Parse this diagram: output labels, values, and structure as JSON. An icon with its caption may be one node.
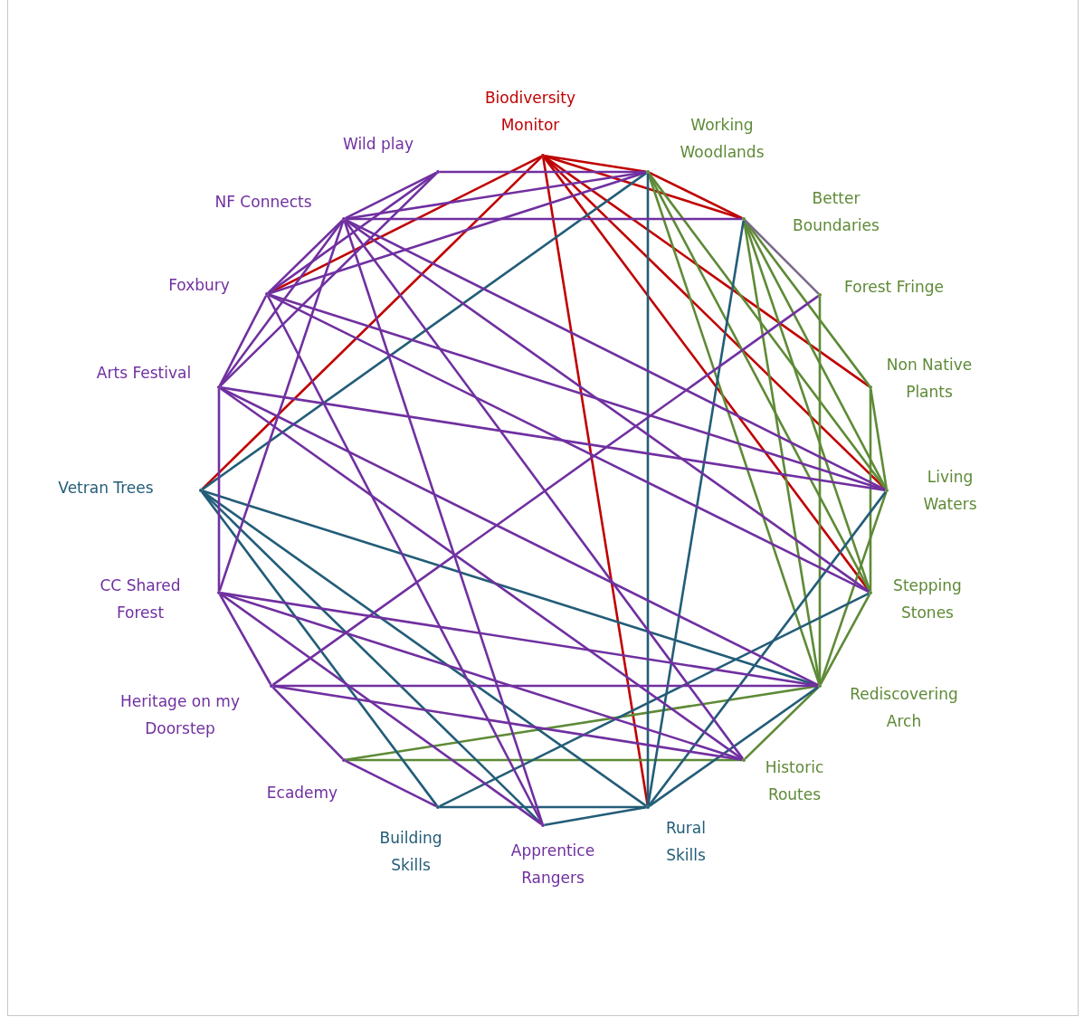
{
  "diagram": {
    "nodes": [
      {
        "text": [],
        "shape": "circle",
        "beside": [
          "Biodiversity Monitor"
        ]
      },
      {
        "text": [],
        "shape": "circle",
        "beside": [
          "Working Woodlands"
        ]
      },
      {
        "text": [],
        "shape": "circle",
        "beside": [
          "Better Boundaries"
        ]
      },
      {
        "text": [],
        "shape": "circle",
        "beside": [
          "Forest Fringe"
        ]
      },
      {
        "text": [],
        "shape": "circle",
        "beside": [
          "Non Native Plants"
        ]
      },
      {
        "text": [],
        "shape": "circle",
        "beside": [
          "Living Waters"
        ]
      },
      {
        "text": [],
        "shape": "circle",
        "beside": [
          "Stepping Stones"
        ]
      },
      {
        "text": [],
        "shape": "circle",
        "beside": [
          "Rediscovering Arch"
        ]
      },
      {
        "text": [],
        "shape": "circle",
        "beside": [
          "Historic Routes"
        ]
      },
      {
        "text": [],
        "shape": "circle",
        "beside": [
          "Rural Skills"
        ]
      },
      {
        "text": [],
        "shape": "circle",
        "beside": [
          "Apprentice Rangers"
        ]
      },
      {
        "text": [],
        "shape": "circle",
        "beside": [
          "Building Skills"
        ]
      },
      {
        "text": [],
        "shape": "circle",
        "beside": [
          "Ecademy"
        ]
      },
      {
        "text": [],
        "shape": "circle",
        "beside": [
          "Heritage on my Doorstep"
        ]
      },
      {
        "text": [],
        "shape": "circle",
        "beside": [
          "CC Shared Forest"
        ]
      },
      {
        "text": [],
        "shape": "circle",
        "beside": [
          "Vetran Trees"
        ]
      },
      {
        "text": [],
        "shape": "circle",
        "beside": [
          "Arts Festival"
        ]
      },
      {
        "text": [],
        "shape": "circle",
        "beside": [
          "Foxbury"
        ]
      },
      {
        "text": [],
        "shape": "circle",
        "beside": [
          "NF Connects"
        ]
      },
      {
        "text": [],
        "shape": "circle",
        "beside": [
          "Wild play"
        ]
      }
    ],
    "edges": [
      {
        "from": 0,
        "to": 1,
        "arrow": "none",
        "color": "#c00000"
      },
      {
        "from": 0,
        "to": 2,
        "arrow": "none",
        "color": "#c00000"
      },
      {
        "from": 1,
        "to": 2,
        "arrow": "none",
        "color": "#c00000"
      },
      {
        "from": 0,
        "to": 4,
        "arrow": "none",
        "color": "#c00000"
      },
      {
        "from": 0,
        "to": 5,
        "arrow": "none",
        "color": "#c00000"
      },
      {
        "from": 0,
        "to": 6,
        "arrow": "none",
        "color": "#c00000"
      },
      {
        "from": 0,
        "to": 9,
        "arrow": "none",
        "color": "#c00000"
      },
      {
        "from": 0,
        "to": 17,
        "arrow": "none",
        "color": "#c00000"
      },
      {
        "from": 0,
        "to": 15,
        "arrow": "none",
        "color": "#c00000"
      },
      {
        "from": 1,
        "to": 5,
        "arrow": "none",
        "color": "#5e8a36"
      },
      {
        "from": 1,
        "to": 6,
        "arrow": "none",
        "color": "#5e8a36"
      },
      {
        "from": 1,
        "to": 7,
        "arrow": "none",
        "color": "#5e8a36"
      },
      {
        "from": 2,
        "to": 4,
        "arrow": "none",
        "color": "#5e8a36"
      },
      {
        "from": 2,
        "to": 5,
        "arrow": "none",
        "color": "#5e8a36"
      },
      {
        "from": 2,
        "to": 6,
        "arrow": "none",
        "color": "#5e8a36"
      },
      {
        "from": 2,
        "to": 7,
        "arrow": "none",
        "color": "#5e8a36"
      },
      {
        "from": 2,
        "to": 3,
        "arrow": "none",
        "color": "#7a6a8a"
      },
      {
        "from": 3,
        "to": 7,
        "arrow": "none",
        "color": "#5e8a36"
      },
      {
        "from": 4,
        "to": 5,
        "arrow": "none",
        "color": "#5e8a36"
      },
      {
        "from": 4,
        "to": 6,
        "arrow": "none",
        "color": "#5e8a36"
      },
      {
        "from": 5,
        "to": 7,
        "arrow": "none",
        "color": "#5e8a36"
      },
      {
        "from": 6,
        "to": 7,
        "arrow": "none",
        "color": "#5e8a36"
      },
      {
        "from": 7,
        "to": 8,
        "arrow": "none",
        "color": "#5e8a36"
      },
      {
        "from": 12,
        "to": 8,
        "arrow": "none",
        "color": "#5e8a36"
      },
      {
        "from": 12,
        "to": 7,
        "arrow": "none",
        "color": "#5e8a36"
      },
      {
        "from": 1,
        "to": 9,
        "arrow": "none",
        "color": "#235d78"
      },
      {
        "from": 1,
        "to": 15,
        "arrow": "none",
        "color": "#235d78"
      },
      {
        "from": 2,
        "to": 9,
        "arrow": "none",
        "color": "#235d78"
      },
      {
        "from": 15,
        "to": 7,
        "arrow": "none",
        "color": "#235d78"
      },
      {
        "from": 15,
        "to": 11,
        "arrow": "none",
        "color": "#235d78"
      },
      {
        "from": 15,
        "to": 10,
        "arrow": "none",
        "color": "#235d78"
      },
      {
        "from": 15,
        "to": 9,
        "arrow": "none",
        "color": "#235d78"
      },
      {
        "from": 11,
        "to": 9,
        "arrow": "none",
        "color": "#235d78"
      },
      {
        "from": 10,
        "to": 9,
        "arrow": "none",
        "color": "#235d78"
      },
      {
        "from": 9,
        "to": 5,
        "arrow": "none",
        "color": "#235d78"
      },
      {
        "from": 9,
        "to": 7,
        "arrow": "none",
        "color": "#235d78"
      },
      {
        "from": 11,
        "to": 6,
        "arrow": "none",
        "color": "#235d78"
      },
      {
        "from": 19,
        "to": 18,
        "arrow": "none"
      },
      {
        "from": 18,
        "to": 17,
        "arrow": "none"
      },
      {
        "from": 17,
        "to": 16,
        "arrow": "none"
      },
      {
        "from": 16,
        "to": 14,
        "arrow": "none"
      },
      {
        "from": 14,
        "to": 13,
        "arrow": "none"
      },
      {
        "from": 13,
        "to": 12,
        "arrow": "none"
      },
      {
        "from": 12,
        "to": 11,
        "arrow": "none"
      },
      {
        "from": 19,
        "to": 1,
        "arrow": "none"
      },
      {
        "from": 18,
        "to": 2,
        "arrow": "none"
      },
      {
        "from": 18,
        "to": 1,
        "arrow": "none"
      },
      {
        "from": 17,
        "to": 1,
        "arrow": "none"
      },
      {
        "from": 19,
        "to": 17,
        "arrow": "none"
      },
      {
        "from": 19,
        "to": 16,
        "arrow": "none"
      },
      {
        "from": 18,
        "to": 16,
        "arrow": "none"
      },
      {
        "from": 18,
        "to": 14,
        "arrow": "none"
      },
      {
        "from": 18,
        "to": 10,
        "arrow": "none"
      },
      {
        "from": 18,
        "to": 8,
        "arrow": "none"
      },
      {
        "from": 18,
        "to": 6,
        "arrow": "none"
      },
      {
        "from": 18,
        "to": 5,
        "arrow": "none"
      },
      {
        "from": 17,
        "to": 5,
        "arrow": "none"
      },
      {
        "from": 17,
        "to": 6,
        "arrow": "none"
      },
      {
        "from": 17,
        "to": 10,
        "arrow": "none"
      },
      {
        "from": 16,
        "to": 5,
        "arrow": "none"
      },
      {
        "from": 16,
        "to": 8,
        "arrow": "none"
      },
      {
        "from": 16,
        "to": 7,
        "arrow": "none"
      },
      {
        "from": 14,
        "to": 7,
        "arrow": "none"
      },
      {
        "from": 14,
        "to": 8,
        "arrow": "none"
      },
      {
        "from": 13,
        "to": 7,
        "arrow": "none"
      },
      {
        "from": 13,
        "to": 8,
        "arrow": "none"
      },
      {
        "from": 13,
        "to": 3,
        "arrow": "none"
      },
      {
        "from": 14,
        "to": 10,
        "arrow": "none"
      }
    ]
  }
}
